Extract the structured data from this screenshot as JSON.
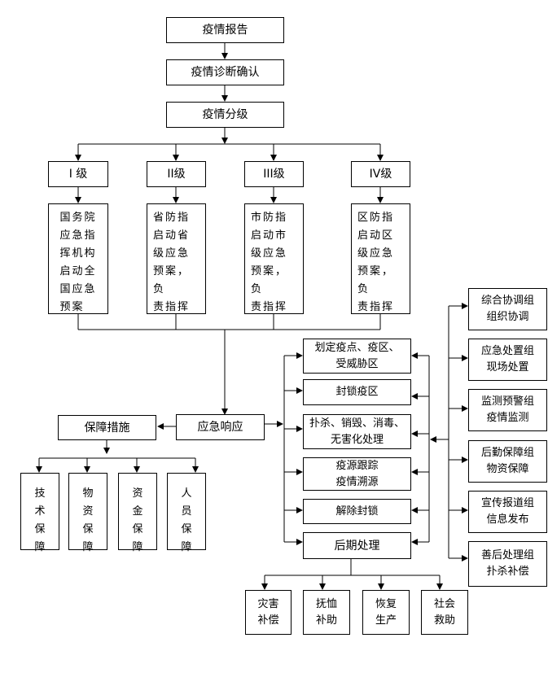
{
  "flow": {
    "report": "疫情报告",
    "confirm": "疫情诊断确认",
    "grading": "疫情分级"
  },
  "levels": [
    {
      "label": "I 级",
      "desc": "国务院\n应急指\n挥机构\n启动全\n国应急\n预案"
    },
    {
      "label": "II级",
      "desc": "省防指\n启动省\n级应急\n预案，负\n责指挥"
    },
    {
      "label": "III级",
      "desc": "市防指\n启动市\n级应急\n预案，负\n责指挥"
    },
    {
      "label": "IV级",
      "desc": "区防指\n启动区\n级应急\n预案，负\n责指挥"
    }
  ],
  "response": "应急响应",
  "safeguard": {
    "title": "保障措施",
    "items": [
      "技\n术\n保\n障",
      "物\n资\n保\n障",
      "资\n金\n保\n障",
      "人\n员\n保\n障"
    ]
  },
  "actions": [
    "划定疫点、疫区、\n受威胁区",
    "封锁疫区",
    "扑杀、销毁、消毒、\n无害化处理",
    "疫源跟踪\n疫情溯源",
    "解除封锁",
    "后期处理"
  ],
  "groups": [
    "综合协调组\n组织协调",
    "应急处置组\n现场处置",
    "监测预警组\n疫情监测",
    "后勤保障组\n物资保障",
    "宣传报道组\n信息发布",
    "善后处理组\n扑杀补偿"
  ],
  "aftermath": [
    "灾害\n补偿",
    "抚恤\n补助",
    "恢复\n生产",
    "社会\n救助"
  ]
}
